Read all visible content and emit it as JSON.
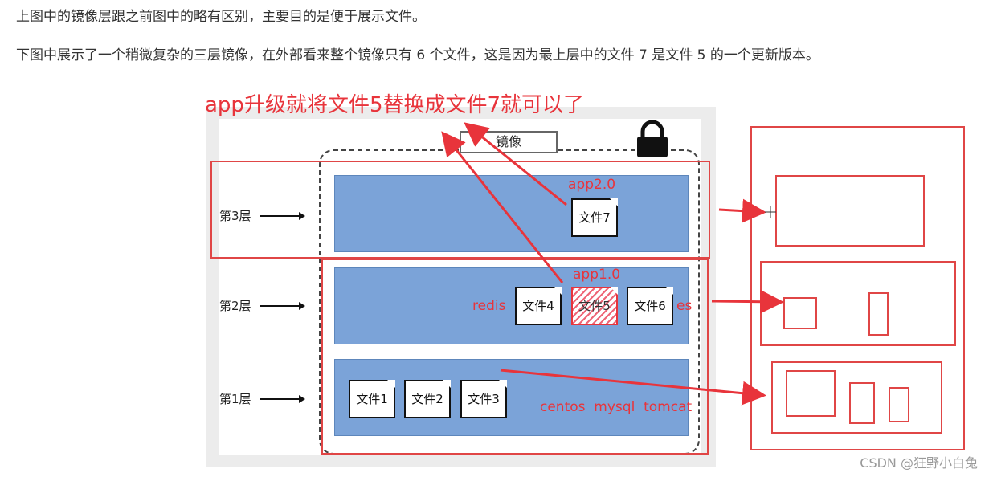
{
  "article": {
    "p1": "上图中的镜像层跟之前图中的略有区别，主要目的是便于展示文件。",
    "p2": "下图中展示了一个稍微复杂的三层镜像，在外部看来整个镜像只有 6 个文件，这是因为最上层中的文件 7 是文件 5 的一个更新版本。"
  },
  "figure": {
    "annotation_title": "app升级就将文件5替换成文件7就可以了",
    "mirror_label": "镜像",
    "layers": [
      {
        "label": "第3层",
        "tag": "app2.0"
      },
      {
        "label": "第2层",
        "tag": "app1.0"
      },
      {
        "label": "第1层",
        "tag": ""
      }
    ],
    "files": {
      "f1": "文件1",
      "f2": "文件2",
      "f3": "文件3",
      "f4": "文件4",
      "f5": "文件5",
      "f6": "文件6",
      "f7": "文件7"
    },
    "layer2_left_note": "redis",
    "layer2_right_note": "es",
    "layer1_note": "centos  mysql  tomcat",
    "accent_red": "#e8343b",
    "layer_blue": "#7ba3d8"
  },
  "watermark": "CSDN @狂野小白兔"
}
